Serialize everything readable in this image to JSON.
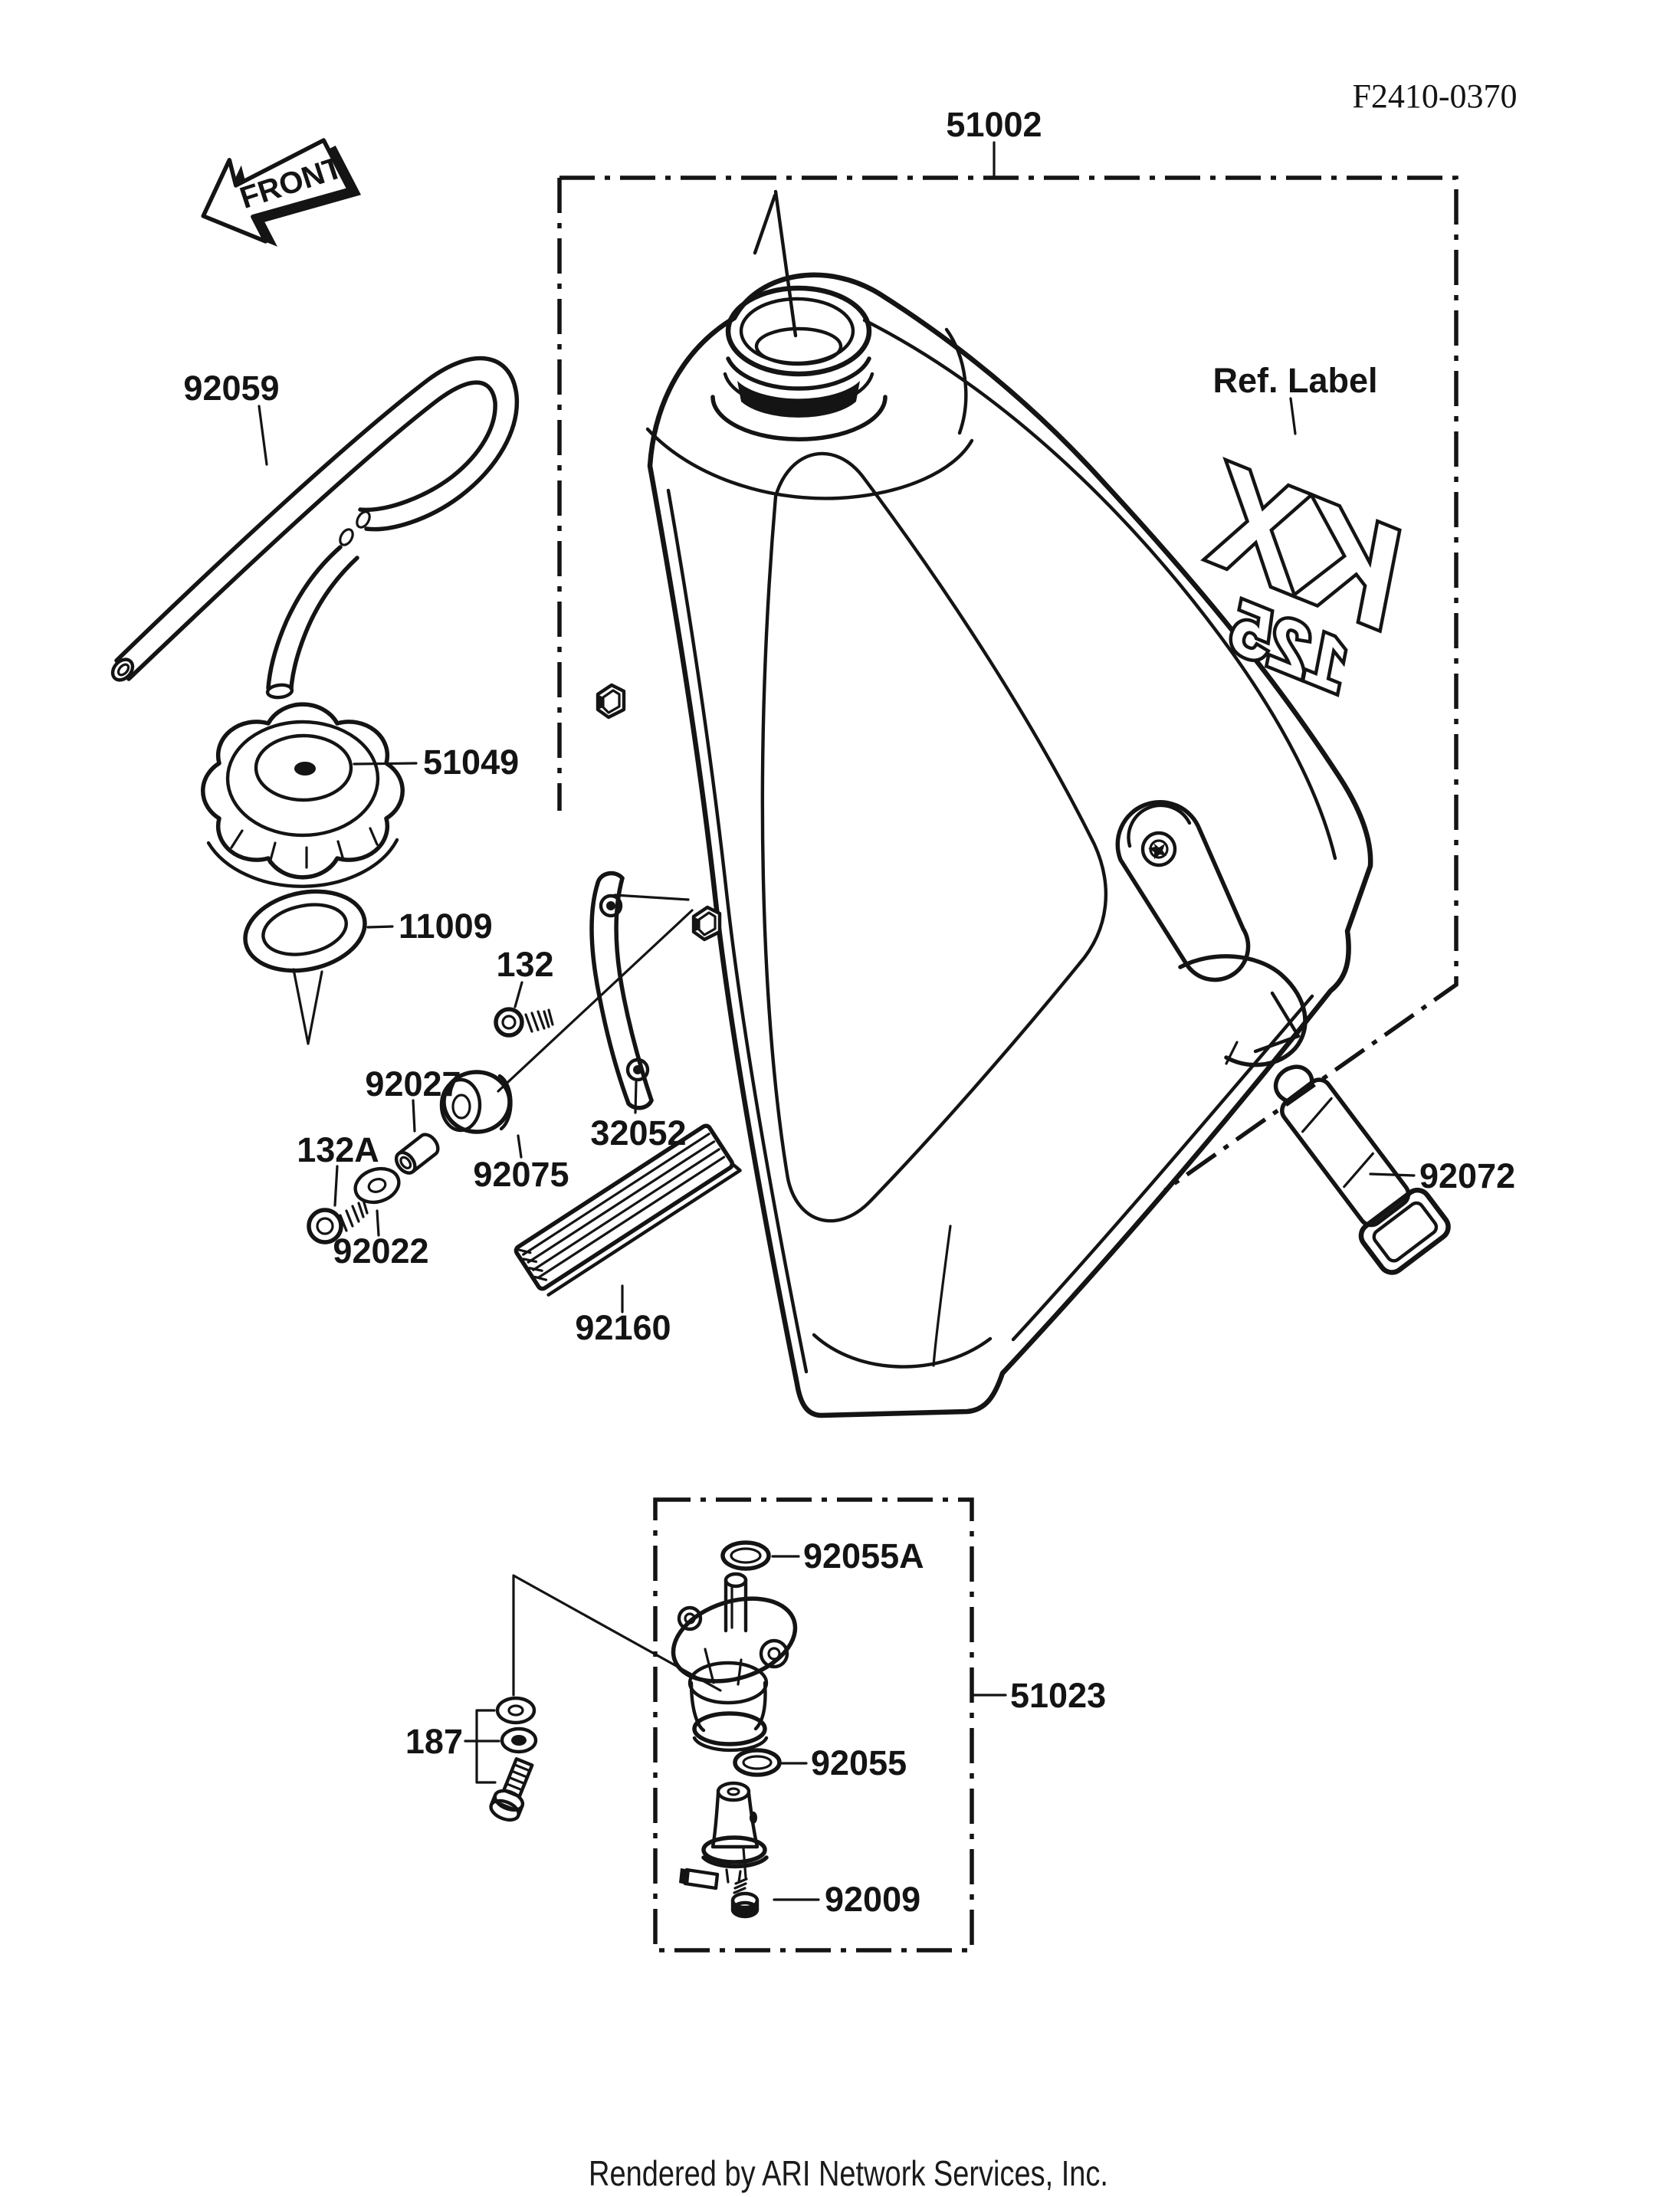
{
  "doc": {
    "fiche_code": "F2410-0370",
    "front_arrow": "FRONT",
    "ref_label": "Ref. Label",
    "logo": {
      "line1": "KX",
      "line2": "125"
    },
    "footer": "Rendered by ARI Network Services, Inc."
  },
  "part_labels": {
    "tank": "51002",
    "hose": "92059",
    "cap": "51049",
    "cap_gasket": "11009",
    "bolt_132": "132",
    "collar": "92027",
    "damper": "92075",
    "bracket": "32052",
    "bolt_132a": "132A",
    "washer": "92022",
    "pad": "92160",
    "band": "92072",
    "tap_assembly": "51023",
    "oring_large": "92055A",
    "oring_small": "92055",
    "screw": "92009",
    "washer_set": "187"
  },
  "colors": {
    "ink": "#141414",
    "paper": "#ffffff"
  }
}
